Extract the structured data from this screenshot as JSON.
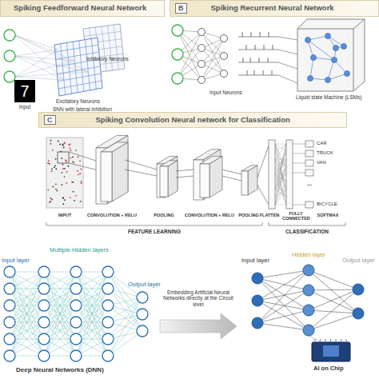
{
  "diagram": {
    "nodes": [
      {
        "text": [
          "Spiking Feedforward Neural Network"
        ]
      },
      {
        "text": [
          "B",
          "Spiking Recurrent Neural Network"
        ]
      },
      {
        "text": [
          "C",
          "Spiking Convolution Neural network for Classification"
        ]
      },
      {
        "text": [
          "7"
        ]
      }
    ],
    "labels": [
      "Inhibitory Neurons",
      "Excitatory Neurons",
      "Input",
      "SNN with lateral inhibition",
      "Input Neurons",
      "Liquid state Machine (LSMs)",
      "INPUT",
      "CONVOLUTION + RELU",
      "POOLING",
      "CONVOLUTION + RELU",
      "POOLING",
      "FLATTEN",
      "FULLY CONNECTED",
      "SOFTMAX",
      "CAR",
      "TRUCK",
      "VAN",
      "...",
      "BICYCLE",
      "FEATURE LEARNING",
      "CLASSIFICATION",
      "Input layer",
      "Multiple Hidden layers",
      "Output layer",
      "Deep Neural Networks (DNN)",
      "Embedding Artificial Neural Networks directly at the Circuit level",
      "Input layer",
      "Hidden layer",
      "Output layer",
      "AI on Chip"
    ]
  }
}
